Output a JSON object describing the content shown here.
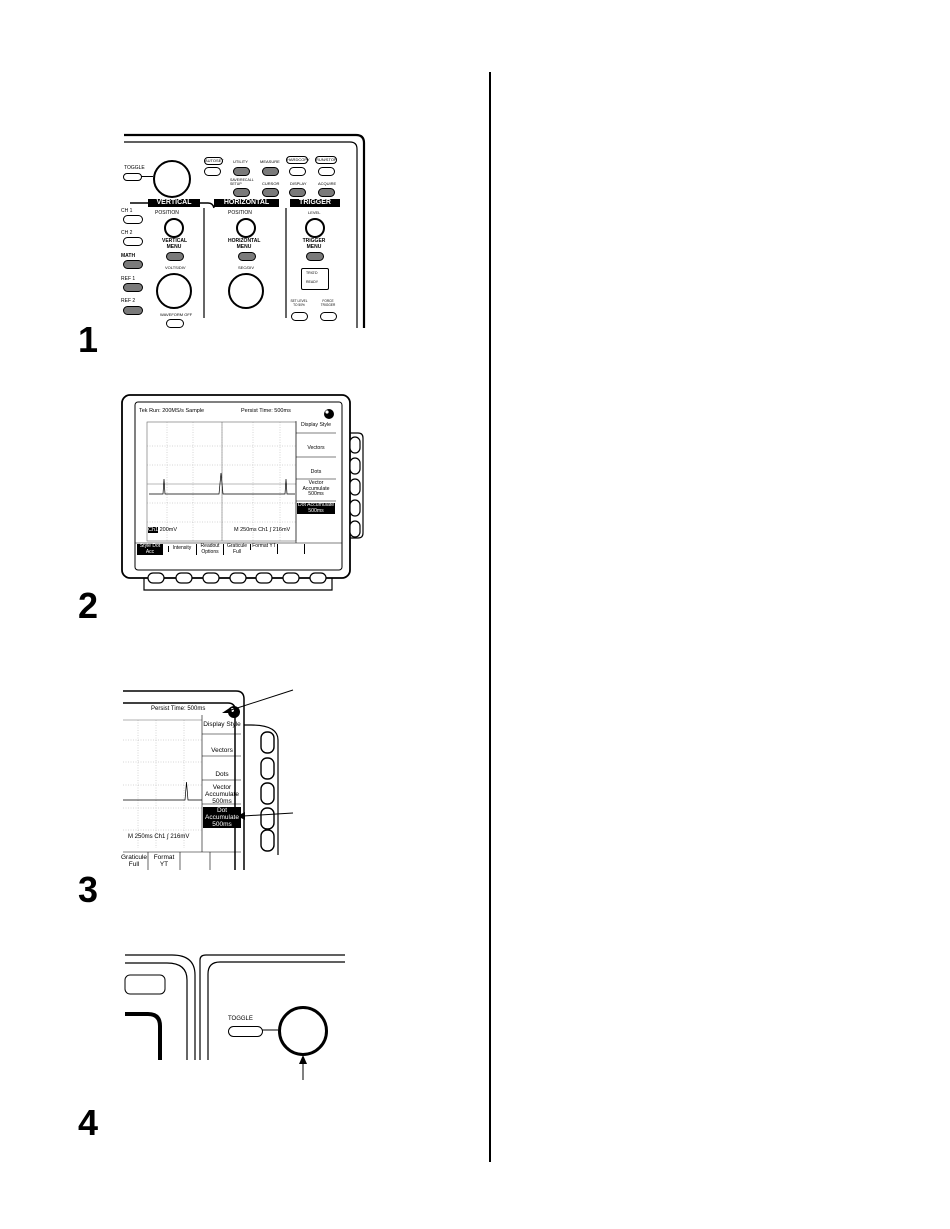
{
  "steps": [
    {
      "number": "1"
    },
    {
      "number": "2"
    },
    {
      "number": "3"
    },
    {
      "number": "4"
    }
  ],
  "panel1": {
    "toggle": "TOGGLE",
    "autoset": "AUTOSET",
    "utility": "UTILITY",
    "measure": "MEASURE",
    "hardcopy": "HARDCOPY",
    "run_stop": "RUN/STOP",
    "save_recall": "SAVE/RECALL SETUP",
    "cursor": "CURSOR",
    "display": "DISPLAY",
    "acquire": "ACQUIRE",
    "vertical": "VERTICAL",
    "horizontal": "HORIZONTAL",
    "trigger": "TRIGGER",
    "ch1": "CH 1",
    "ch2": "CH 2",
    "math": "MATH",
    "ref1": "REF 1",
    "ref2": "REF 2",
    "v_position": "POSITION",
    "vertical_menu": "VERTICAL MENU",
    "volts_div": "VOLTS/DIV",
    "waveform_off": "WAVEFORM OFF",
    "h_position": "POSITION",
    "horizontal_menu": "HORIZONTAL MENU",
    "sec_div": "SEC/DIV",
    "level": "LEVEL",
    "trigger_menu": "TRIGGER MENU",
    "trig_d": "TRIG'D",
    "ready": "READY",
    "set_level": "SET LEVEL TO 50%",
    "force_trigger": "FORCE TRIGGER"
  },
  "screen2": {
    "status": "Tek Run: 200MS/s  Sample",
    "persist": "Persist Time: 500ms",
    "ch_label": "Ch1",
    "ch_scale": "200mV",
    "horiz_readout": "M 250ms  Ch1  ∫  216mV",
    "side_menu": [
      {
        "label": "Display Style"
      },
      {
        "label": "Vectors"
      },
      {
        "label": "Dots"
      },
      {
        "label": "Vector Accumulate 500ms"
      },
      {
        "label": "Dot Accumulate 500ms"
      }
    ],
    "bottom_menu": [
      {
        "label": "Style Dot Acc"
      },
      {
        "label": "Intensity"
      },
      {
        "label": "Readout Options"
      },
      {
        "label": "Graticule Full"
      },
      {
        "label": "Format YT"
      },
      {
        "label": ""
      },
      {
        "label": ""
      }
    ]
  },
  "screen3": {
    "persist": "Persist Time: 500ms",
    "horiz_readout": "M 250ms  Ch1  ∫  216mV",
    "side_menu": [
      {
        "label": "Display Style"
      },
      {
        "label": "Vectors"
      },
      {
        "label": "Dots"
      },
      {
        "label": "Vector Accumulate 500ms"
      },
      {
        "label": "Dot Accumulate 500ms"
      }
    ],
    "bottom_menu": [
      {
        "label": "Graticule Full"
      },
      {
        "label": "Format YT"
      }
    ]
  },
  "panel4": {
    "toggle": "TOGGLE"
  }
}
